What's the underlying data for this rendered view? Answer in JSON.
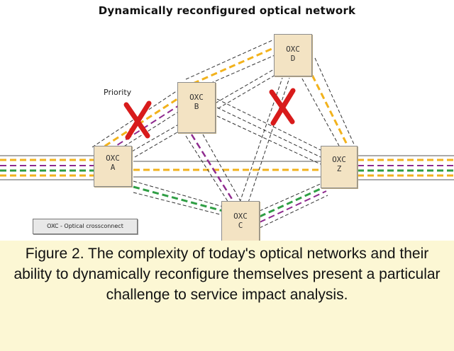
{
  "diagram": {
    "title": "Dynamically reconfigured optical network",
    "priority_label": "Priority",
    "legend_text": "OXC - Optical crossconnect",
    "nodes": {
      "a": {
        "line1": "OXC",
        "line2": "A"
      },
      "b": {
        "line1": "OXC",
        "line2": "B"
      },
      "c": {
        "line1": "OXC",
        "line2": "C"
      },
      "d": {
        "line1": "OXC",
        "line2": "D"
      },
      "z": {
        "line1": "OXC",
        "line2": "Z"
      }
    },
    "failure_marks": 2,
    "colors": {
      "node_fill": "#f3e3c3",
      "failure_x": "#d81b1b",
      "path_yellow": "#f2b21c",
      "path_green": "#2f9e44",
      "path_purple": "#8e2a8e",
      "link_dashed": "#333333"
    }
  },
  "caption": {
    "text": "Figure 2. The complexity of today's optical networks and their ability to dynamically reconfigure themselves present a particular challenge to service impact analysis.",
    "background": "#fcf7d4"
  }
}
